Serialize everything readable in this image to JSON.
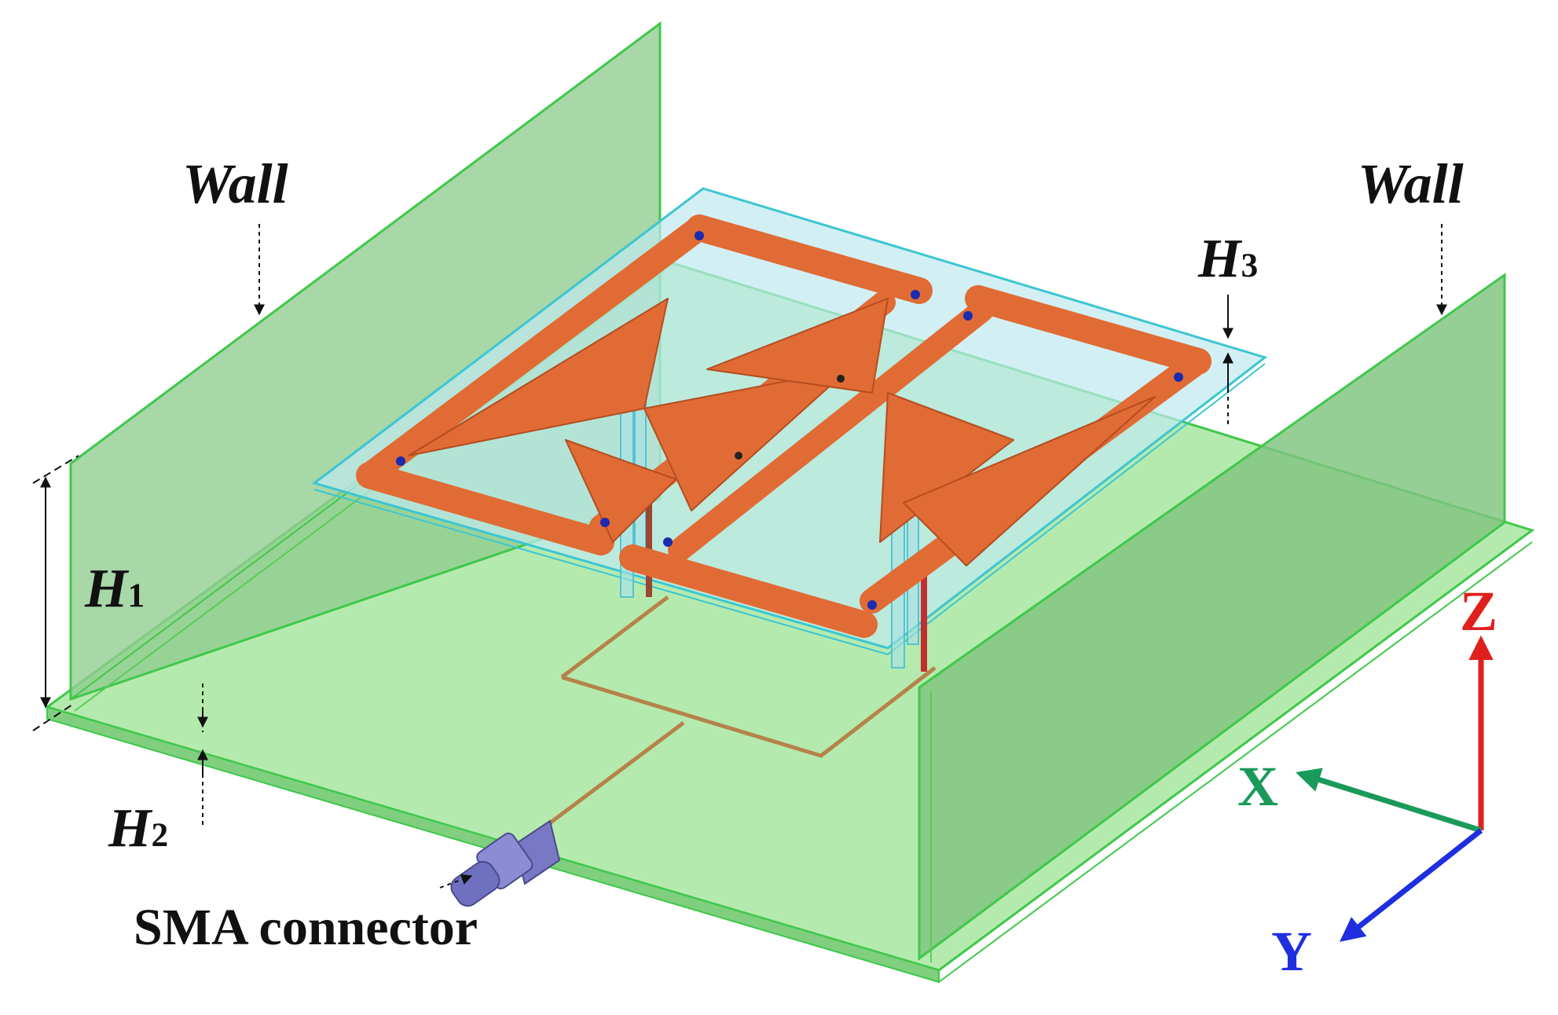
{
  "labels": {
    "wall_left": "Wall",
    "wall_right": "Wall",
    "h1": {
      "main": "H",
      "sub": "1"
    },
    "h2": {
      "main": "H",
      "sub": "2"
    },
    "h3": {
      "main": "H",
      "sub": "3"
    },
    "connector": "SMA connector"
  },
  "axes": {
    "x": {
      "label": "X",
      "color": "#1a9a5a"
    },
    "y": {
      "label": "Y",
      "color": "#1f2fe0"
    },
    "z": {
      "label": "Z",
      "color": "#e0201c"
    }
  },
  "colors": {
    "ground": "#a8e6a0",
    "wall": "#9ad49a",
    "edge": "#3fc84a",
    "substrate": "#bfe9ef",
    "substrate_edge": "#3cc6d2",
    "copper": "#e16b35",
    "copper_edge": "#b44d20",
    "feed": "#b5834a",
    "connector": "#7878c4"
  }
}
